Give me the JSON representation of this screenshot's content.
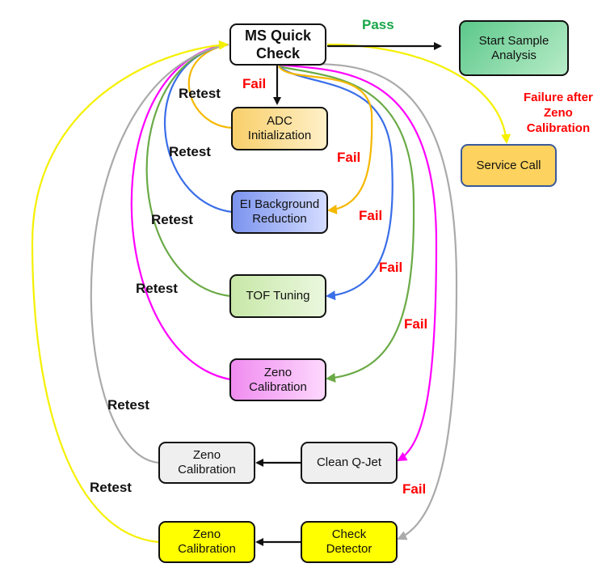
{
  "nodes": {
    "ms_quick_check": "MS Quick\nCheck",
    "start_sample_analysis": "Start Sample\nAnalysis",
    "service_call": "Service Call",
    "adc_initialization": "ADC\nInitialization",
    "ei_background_reduction": "EI Background\nReduction",
    "tof_tuning": "TOF Tuning",
    "zeno_calibration_pink": "Zeno\nCalibration",
    "zeno_calibration_gray": "Zeno\nCalibration",
    "clean_q_jet": "Clean Q-Jet",
    "zeno_calibration_yellow": "Zeno\nCalibration",
    "check_detector": "Check\nDetector"
  },
  "labels": {
    "pass": "Pass",
    "fail": "Fail",
    "retest": "Retest",
    "failure_after_zeno": "Failure after\nZeno\nCalibration"
  },
  "colors": {
    "orange": "#f5b800",
    "blue": "#3a6ee8",
    "green": "#6aaa46",
    "magenta": "#ff00ff",
    "gray": "#aaaaaa",
    "yellow": "#f5f000",
    "fail_text": "#ff0000",
    "pass_text": "#1aa64a"
  }
}
